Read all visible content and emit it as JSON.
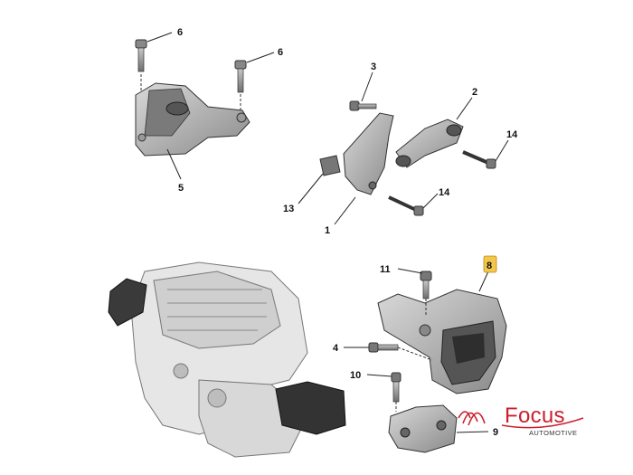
{
  "diagram": {
    "callouts": [
      {
        "id": "c6a",
        "label": "6"
      },
      {
        "id": "c6b",
        "label": "6"
      },
      {
        "id": "c5",
        "label": "5"
      },
      {
        "id": "c3",
        "label": "3"
      },
      {
        "id": "c2",
        "label": "2"
      },
      {
        "id": "c14a",
        "label": "14"
      },
      {
        "id": "c14b",
        "label": "14"
      },
      {
        "id": "c13",
        "label": "13"
      },
      {
        "id": "c1",
        "label": "1"
      },
      {
        "id": "c8",
        "label": "8"
      },
      {
        "id": "c11",
        "label": "11"
      },
      {
        "id": "c4",
        "label": "4"
      },
      {
        "id": "c10",
        "label": "10"
      },
      {
        "id": "c9",
        "label": "9"
      }
    ],
    "highlight_color": "#f4c74a"
  },
  "brand": {
    "name": "Focus",
    "tagline": "AUTOMOTIVE",
    "color": "#cc1f2e"
  }
}
